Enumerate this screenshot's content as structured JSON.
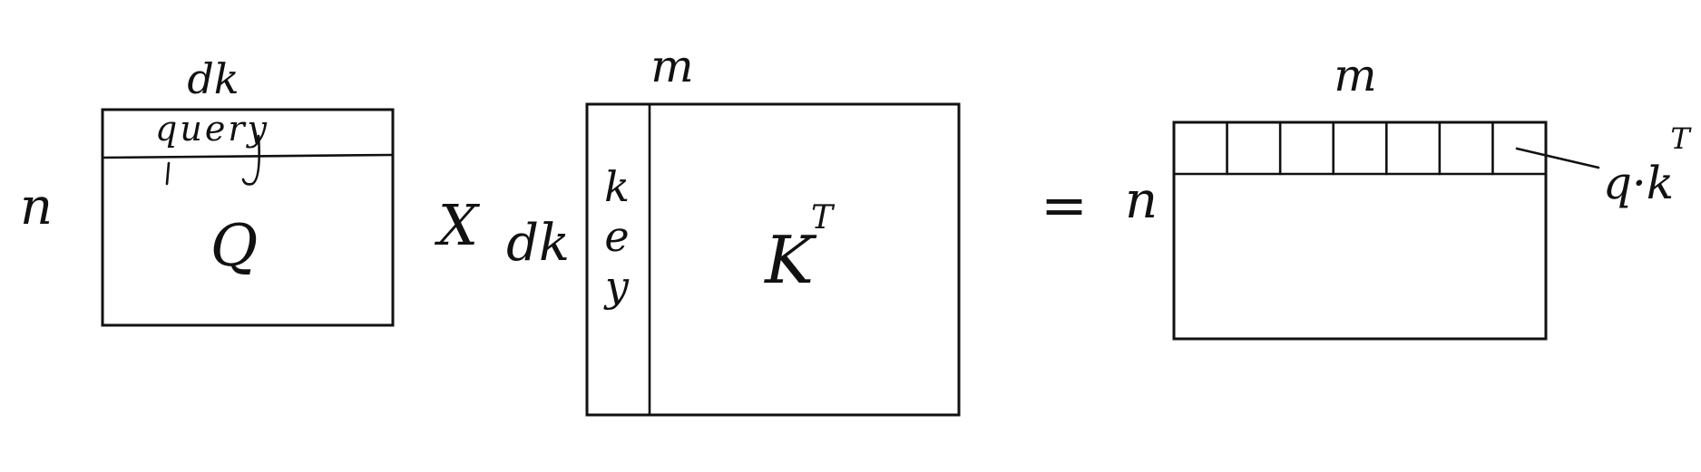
{
  "q_matrix": {
    "label": "Q",
    "row_label": "query",
    "cols_label": "dk",
    "rows_label": "n"
  },
  "operator_times": "X",
  "k_matrix": {
    "label": "K",
    "label_superscript": "T",
    "col_label": "key",
    "cols_label": "m",
    "rows_label": "dk"
  },
  "operator_equals": "=",
  "result_matrix": {
    "cols_label": "m",
    "rows_label": "n",
    "cell_count": 7,
    "callout": "q·k",
    "callout_superscript": "T"
  }
}
